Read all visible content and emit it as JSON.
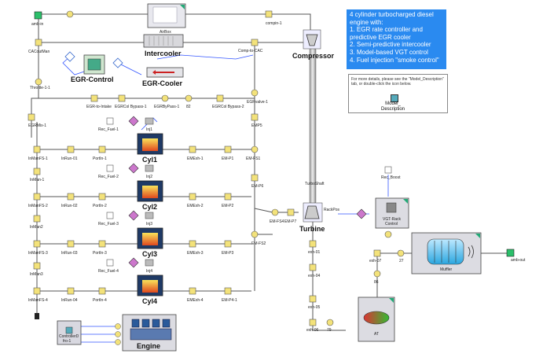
{
  "info_box": {
    "lines": [
      "4 cylinder turbocharged diesel",
      "engine with:",
      "1. EGR rate controller and",
      "predictive EGR cooler",
      "2. Semi-predictive intercooler",
      "3. Model-based VGT control",
      "4. Fuel injection \"smoke control\""
    ]
  },
  "note_box": {
    "text": "For more details, please see the \"Model_Description\" tab, or double-click the icon below.",
    "icon_label_1": "Model_",
    "icon_label_2": "Description"
  },
  "components": {
    "airbox": "AirBox",
    "intercooler": "Intercooler",
    "compressor": "Compressor",
    "egr_control": "EGR-Control",
    "egr_cooler": "EGR-Cooler",
    "cyl1": "Cyl1",
    "cyl2": "Cyl2",
    "cyl3": "Cyl3",
    "cyl4": "Cyl4",
    "engine": "Engine",
    "turbine": "Turbine",
    "vgt_rack": "VGT-Rack\nControl",
    "muffler": "Muffler",
    "at": "AT",
    "controller": "ControllerD\nfro-1"
  },
  "labels": {
    "amb_in": "amb-in",
    "compin_1": "compin-1",
    "cacoutman": "CACoutMan",
    "comp_to_cac": "Comp-to-CAC",
    "throttle": "Throttle-1-1",
    "egrvalve": "EGRvalve-1",
    "egr_to_intake": "EGR-to-Intake",
    "egrcol_bypass1": "EGRCol\nBypass-1",
    "egrbypass1": "EGRByPass-1",
    "egr82": "82",
    "egrcol_bypass2": "EGRCol\nBypass-2",
    "egrmix": "EGRMix-1",
    "emp5": "EMP5",
    "turboshaft": "TurboShaft",
    "rec_boost": "Rec_Boost",
    "rackpos": "RackPos",
    "emp6": "EM-P6",
    "emp7": "EM-P7",
    "emfs4": "EM-FS4",
    "emfs2": "EM-FS2",
    "exh01": "exh-01",
    "exh04": "exh-04",
    "exh05": "exh-05",
    "exh06": "exh-06",
    "exh07": "exh-07",
    "n79": "79",
    "n27": "27",
    "n86": "86",
    "amb_out": "amb-out",
    "rec_fuel_1": "Rec_Fuel-1",
    "rec_fuel_2": "Rec_Fuel-2",
    "rec_fuel_3": "Rec_Fuel-3",
    "rec_fuel_4": "Rec_Fuel-4",
    "inj1": "Inj1",
    "inj2": "Inj2",
    "inj3": "Inj3",
    "inj4": "Inj4",
    "inmanfs1": "InManFS-1",
    "inmanfs2": "InManFS-2",
    "inmanfs3": "InManFS-3",
    "inmanfs4": "InManFS-4",
    "inman1": "InMan-1",
    "inman2": "InMan2",
    "inman3": "InMan3",
    "inrun01": "InRun-01",
    "inrun02": "InRun-02",
    "inrun03": "InRun-03",
    "inrun04": "InRun-04",
    "portin1": "PortIn-1",
    "portin2": "PortIn-2",
    "portin3": "PortIn-3",
    "portin4": "PortIn-4",
    "emexh1": "EMExh-1",
    "emexh2": "EMExh-2",
    "emexh3": "EMExh-3",
    "emexh4": "EMExh-4",
    "emp1": "EM-P1",
    "emp2": "EM-P2",
    "emp3": "EM-P3",
    "emp4": "EM-P4-1",
    "emfs1": "EM-FS1"
  },
  "colors": {
    "info_bg": "#2a8af0",
    "pipe": "#555555",
    "signal": "#3355ff",
    "junction": "#f3e27a",
    "cylinder_dark": "#1f3a66",
    "cylinder_flame": "#f2b02a"
  }
}
